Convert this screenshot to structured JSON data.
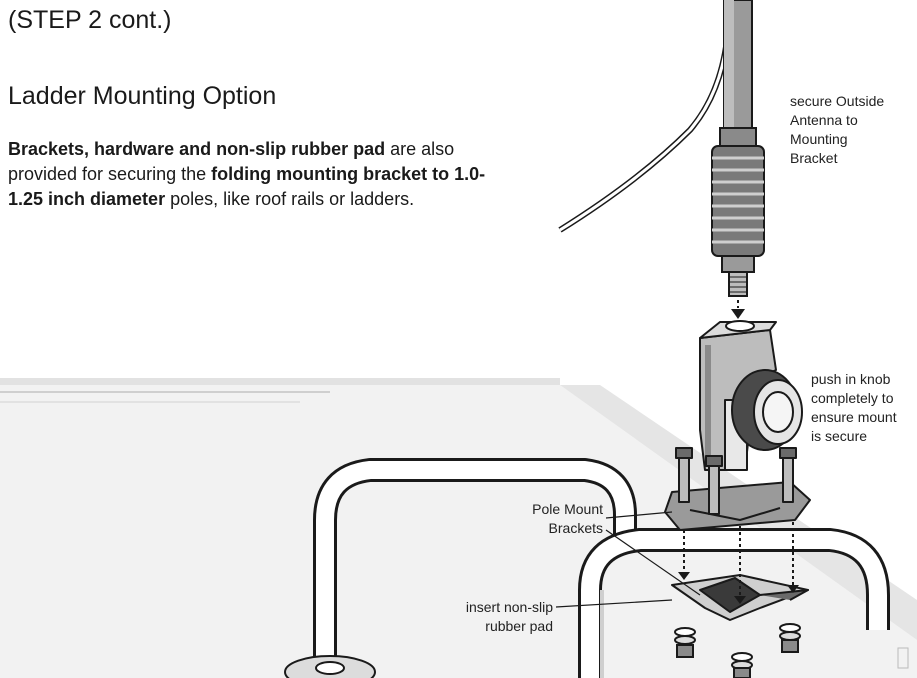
{
  "header": {
    "step_continued": "(STEP 2 cont.)",
    "section_title": "Ladder Mounting Option"
  },
  "intro": {
    "bold_1": "Brackets, hardware and non-slip rubber pad",
    "text_1": " are also provided for securing the ",
    "bold_2": "folding mounting bracket to 1.0-1.25 inch diameter",
    "text_2": " poles, like roof rails or ladders."
  },
  "callouts": {
    "antenna": [
      "secure Outside",
      "Antenna to",
      "Mounting",
      "Bracket"
    ],
    "knob": [
      "push in knob",
      "completely to",
      "ensure mount",
      "is secure"
    ],
    "brackets": [
      "Pole Mount",
      "Brackets"
    ],
    "pad": [
      "insert non-slip",
      "rubber pad"
    ]
  },
  "colors": {
    "line": "#1a1a1a",
    "metal_light": "#d9d9d9",
    "metal_mid": "#a8a8a8",
    "metal_dark": "#555555",
    "roof_shade": "#ececec"
  }
}
